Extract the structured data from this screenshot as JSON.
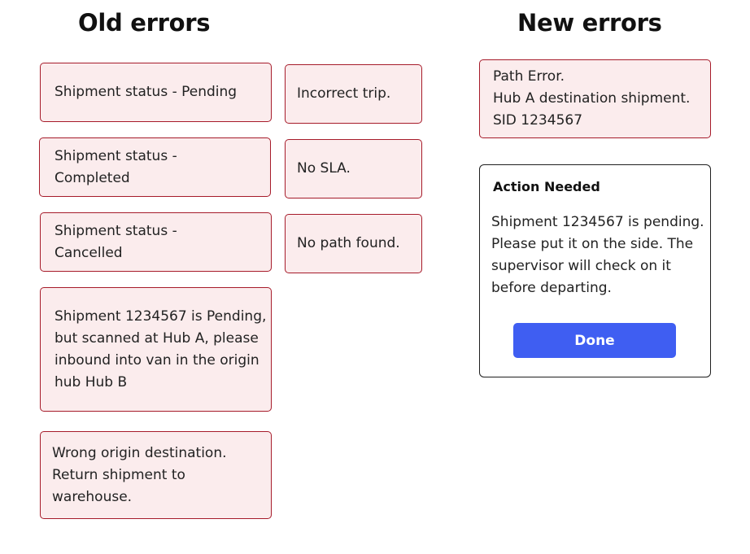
{
  "headings": {
    "old": "Old errors",
    "new": "New errors"
  },
  "old_errors": {
    "status_pending": "Shipment status - Pending",
    "status_completed": "Shipment status -\nCompleted",
    "status_cancelled": "Shipment status -\nCancelled",
    "incorrect_trip": "Incorrect trip.",
    "no_sla": "No SLA.",
    "no_path": "No path found.",
    "pending_scanned": "Shipment 1234567 is Pending,\nbut scanned at Hub A, please\ninbound into van in the origin\nhub Hub B",
    "wrong_origin": "Wrong origin destination.\nReturn shipment to\nwarehouse."
  },
  "new_errors": {
    "path_error": "Path Error.\nHub A destination shipment.\nSID 1234567",
    "action": {
      "title": "Action Needed",
      "body": "Shipment 1234567 is pending. Please put it on the side. The supervisor will check on it before departing.",
      "button_label": "Done"
    }
  },
  "colors": {
    "error_fill": "#fbeced",
    "error_border": "#a61b2a",
    "button": "#3f5ef2"
  }
}
